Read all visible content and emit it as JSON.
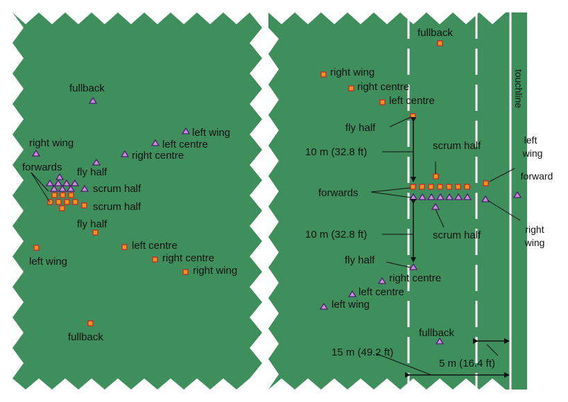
{
  "colors": {
    "pitch": "#3f8f5d",
    "square_fill": "#f7941d",
    "square_stroke": "#c1272d",
    "triangle_fill": "#c98ed8",
    "triangle_stroke": "#4b1f6e",
    "line": "#ffffff",
    "text": "#111111"
  },
  "left_panel": {
    "labels": {
      "fullback_top": "fullback",
      "right_wing_top": "right wing",
      "forwards": "forwards",
      "fly_half_top": "fly half",
      "scrum_half_top": "scrum half",
      "left_wing_top": "left wing",
      "left_centre_top": "left centre",
      "right_centre_top": "right centre",
      "scrum_half_bottom": "scrum half",
      "fly_half_bottom": "fly half",
      "left_centre_bottom": "left centre",
      "left_wing_bottom": "left wing",
      "right_centre_bottom": "right centre",
      "right_wing_bottom": "right wing",
      "fullback_bottom": "fullback"
    }
  },
  "right_panel": {
    "labels": {
      "fullback_top": "fullback",
      "right_wing_top": "right wing",
      "right_centre_top": "right centre",
      "left_centre_top": "left centre",
      "fly_half_top": "fly half",
      "dist_top": "10 m (32.8 ft)",
      "scrum_half_top": "scrum half",
      "forwards": "forwards",
      "scrum_half_bottom": "scrum half",
      "dist_bottom": "10 m (32.8 ft)",
      "fly_half_bottom": "fly half",
      "right_centre_bottom": "right centre",
      "left_centre_bottom": "left centre",
      "left_wing_bottom": "left wing",
      "fullback_bottom": "fullback",
      "dist_15": "15 m (49.2 ft)",
      "dist_5": "5 m (16.4 ft)",
      "touchline": "touchline",
      "left_wing_out_1": "left",
      "left_wing_out_2": "wing",
      "forward_out": "forward",
      "right_wing_out_1": "right",
      "right_wing_out_2": "wing"
    }
  }
}
